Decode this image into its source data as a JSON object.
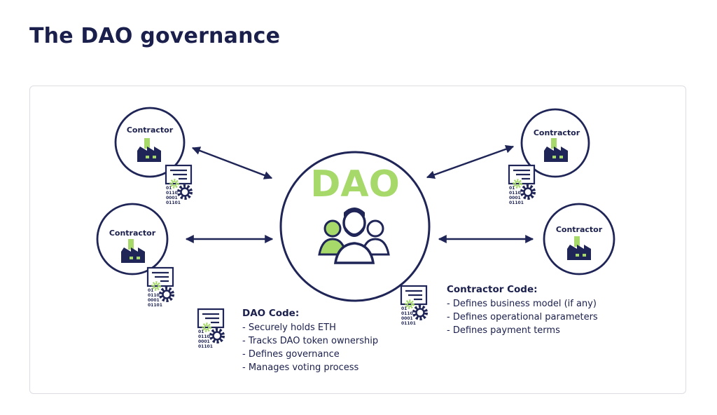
{
  "page": {
    "title": "The DAO governance"
  },
  "diagram": {
    "center": {
      "label": "DAO"
    },
    "contractors": [
      {
        "label": "Contractor"
      },
      {
        "label": "Contractor"
      },
      {
        "label": "Contractor"
      },
      {
        "label": "Contractor"
      }
    ],
    "code_doc_lines": [
      "01",
      "0110",
      "0001",
      "01101"
    ],
    "dao_code": {
      "title": "DAO Code:",
      "items": [
        "- Securely holds ETH",
        "- Tracks DAO token ownership",
        "- Defines governance",
        "- Manages voting process"
      ]
    },
    "contractor_code": {
      "title": "Contractor Code:",
      "items": [
        "- Defines business model (if any)",
        "- Defines operational parameters",
        "- Defines payment terms"
      ]
    },
    "colors": {
      "navy": "#1f2556",
      "green": "#a6d96a",
      "text": "#1a1f4c"
    }
  }
}
